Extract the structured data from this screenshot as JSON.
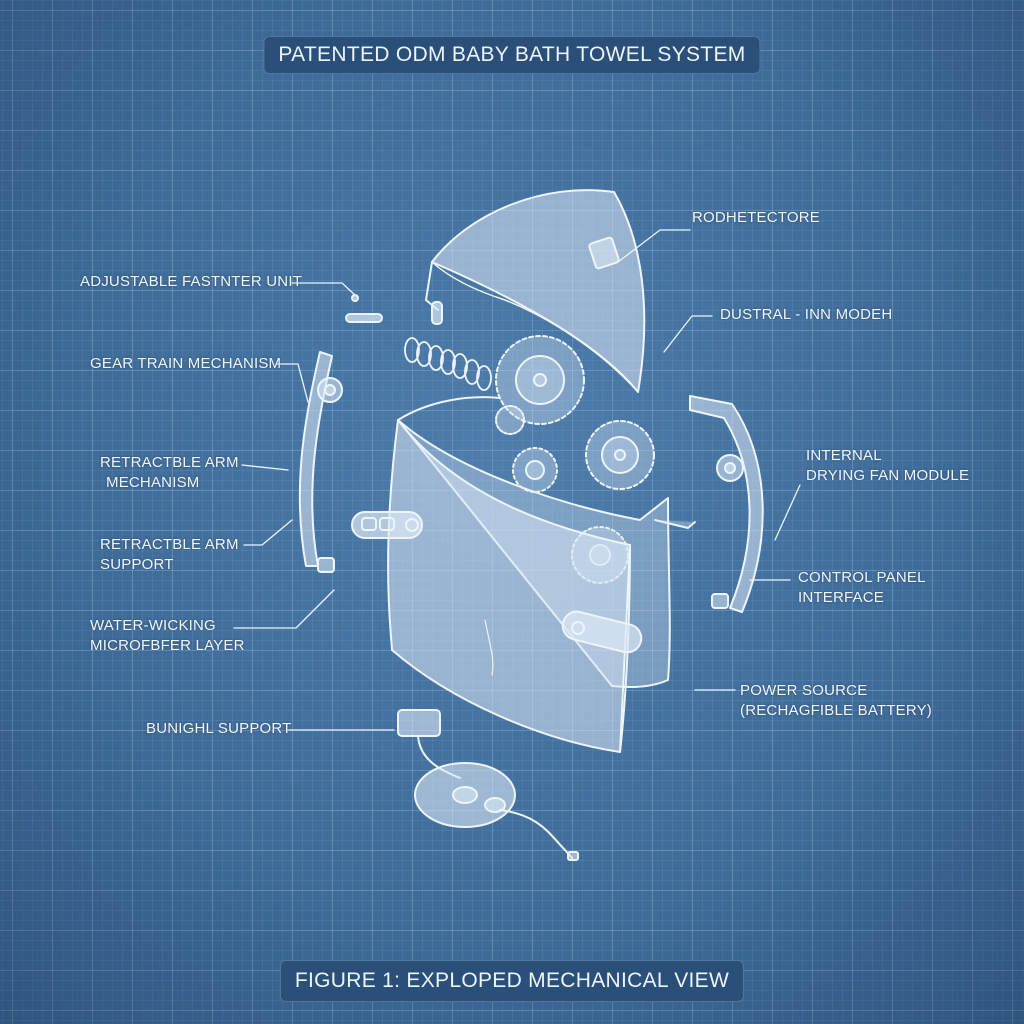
{
  "title": "PATENTED ODM BABY BATH TOWEL SYSTEM",
  "caption": "FIGURE 1: EXPLOPED MECHANICAL VIEW",
  "colors": {
    "grid_background": "#3e6b98",
    "banner": "#2a4f78",
    "line": "#eef4fb",
    "part_fill": "#dbe8f5"
  },
  "labels": {
    "adjustable_fastener": "ADJUSTABLE FASTNTER UNIT",
    "gear_train": "GEAR TRAIN MECHANISM",
    "retractable_arm_mech_1": "RETRACTBLE ARM",
    "retractable_arm_mech_2": "MECHANISM",
    "retractable_arm_support_1": "RETRACTBLE ARM",
    "retractable_arm_support_2": "SUPPORT",
    "water_wicking_1": "WATER-WICKING",
    "water_wicking_2": "MICROFBFER LAYER",
    "bunighl_support": "BUNIGHL SUPPORT",
    "rodhetectore": "RODHETECTORE",
    "dustral_inn": "DUSTRAL - INN MODEH",
    "internal_fan_1": "INTERNAL",
    "internal_fan_2": "DRYING FAN MODULE",
    "control_panel_1": "CONTROL PANEL",
    "control_panel_2": "INTERFACE",
    "power_source_1": "POWER SOURCE",
    "power_source_2": "(RECHAGFIBLE BATTERY)"
  }
}
